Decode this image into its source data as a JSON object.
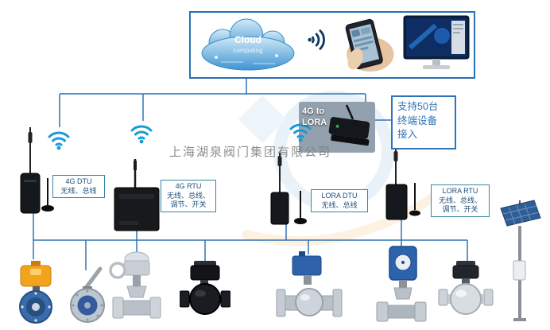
{
  "company": {
    "watermark_text": "上海湖泉阀门集团有限公司"
  },
  "top_panel": {
    "cloud_title": "Cloud",
    "cloud_subtitle": "computing"
  },
  "labels": {
    "dtu4g_title": "4G DTU",
    "dtu4g_line1": "无线、总线",
    "rtu4g_title": "4G RTU",
    "rtu4g_line1": "无线、总线、",
    "rtu4g_line2": "调节、开关",
    "gateway_line1": "4G to",
    "gateway_line2": "LORA",
    "capacity_line1": "支持50台",
    "capacity_line2": "终端设备",
    "capacity_line3": "接入",
    "lora_dtu_title": "LORA DTU",
    "lora_dtu_line1": "无线、总线",
    "lora_rtu_title": "LORA RTU",
    "lora_rtu_line1": "无线、总线、",
    "lora_rtu_line2": "调节、开关"
  },
  "icons": {
    "wifi": "wifi-signal-icon",
    "cloud": "cloud-computing-illustration",
    "phone": "hand-holding-smartphone-photo",
    "monitor": "desktop-computer-photo",
    "gateway": "4g-lora-gateway-photo",
    "antenna": "magnetic-antenna"
  },
  "equipment": [
    "electric-butterfly-valve",
    "manual-butterfly-valve",
    "electric-gate-valve",
    "electric-ball-valve-black",
    "flanged-ball-valve-blue-actuator",
    "electric-control-valve-blue",
    "stainless-ball-valve-actuator",
    "solar-power-pole"
  ],
  "colors": {
    "connector_blue": "#2e74b6",
    "label_border": "#35879e",
    "label_text": "#1b4e79",
    "capacity_text": "#2e74b6",
    "wifi_blue": "#169bd7",
    "watermark_gray": "#7d7d7d"
  }
}
